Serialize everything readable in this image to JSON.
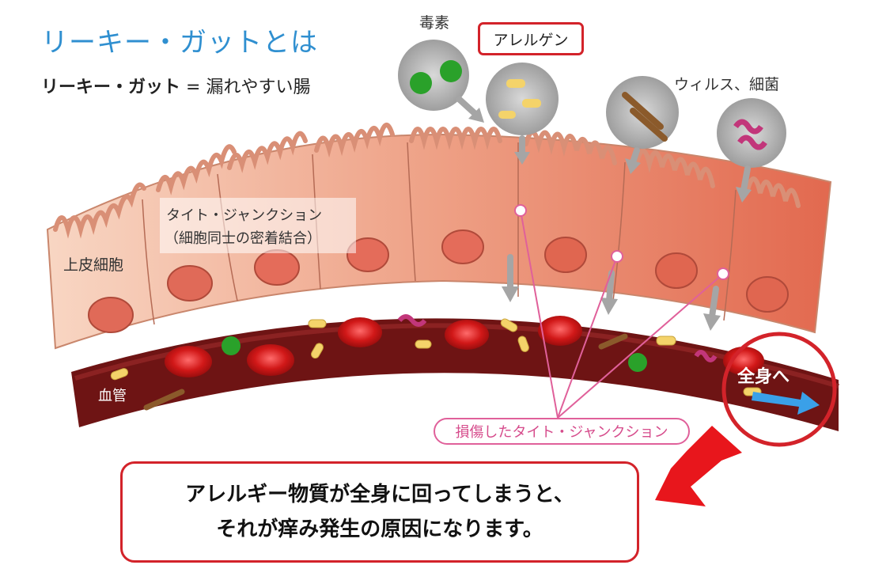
{
  "title": "リーキー・ガットとは",
  "subtitle": {
    "term": "リーキー・ガット",
    "equals": " = ",
    "meaning": "漏れやすい腸"
  },
  "labels": {
    "toxin": "毒素",
    "allergen": "アレルゲン",
    "virus_bacteria": "ウィルス、細菌",
    "tight_junction_1": "タイト・ジャンクション",
    "tight_junction_2": "（細胞同士の密着結合）",
    "epithelial_cell": "上皮細胞",
    "blood_vessel": "血管",
    "whole_body": "全身へ",
    "damaged_junction": "損傷したタイト・ジャンクション"
  },
  "message": {
    "line1": "アレルギー物質が全身に回ってしまうと、",
    "line2": "それが痒み発生の原因になります。"
  },
  "colors": {
    "title_blue": "#2f8fd0",
    "frame_red": "#d3232a",
    "pink": "#e0609a",
    "vessel": "#6e1414",
    "cell_light": "#f6cbb3",
    "cell_dark": "#e2705a"
  }
}
